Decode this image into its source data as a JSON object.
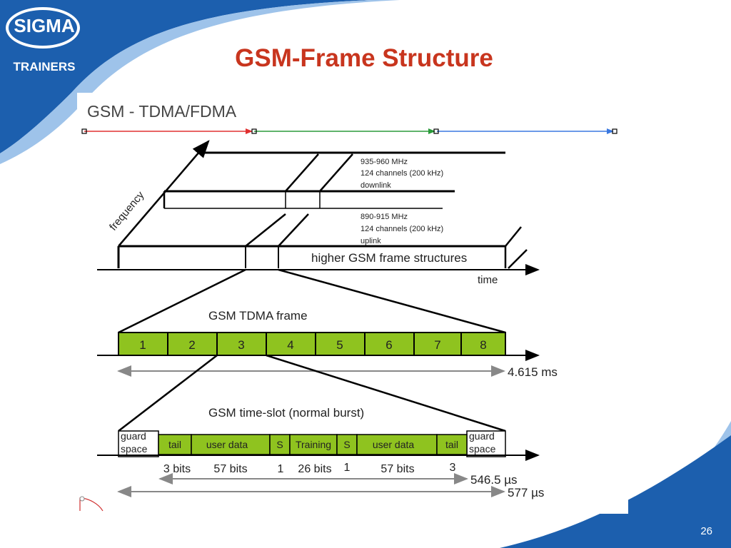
{
  "slide": {
    "title": "GSM-Frame Structure",
    "logo_main": "SIGMA",
    "logo_sub": "TRAINERS",
    "page_number": "26"
  },
  "diagram": {
    "heading": "GSM - TDMA/FDMA",
    "frequency_label": "frequency",
    "time_label": "time",
    "downlink": [
      "935-960 MHz",
      "124 channels (200 kHz)",
      "downlink"
    ],
    "uplink": [
      "890-915 MHz",
      "124 channels (200 kHz)",
      "uplink"
    ],
    "higher_frames": "higher GSM frame structures",
    "tdma_frame_label": "GSM TDMA frame",
    "tdma_slots": [
      "1",
      "2",
      "3",
      "4",
      "5",
      "6",
      "7",
      "8"
    ],
    "frame_duration": "4.615 ms",
    "timeslot_label": "GSM time-slot (normal burst)",
    "guard_left": [
      "guard",
      "space"
    ],
    "guard_right": [
      "guard",
      "space"
    ],
    "burst_fields": [
      "tail",
      "user data",
      "S",
      "Training",
      "S",
      "user data",
      "tail"
    ],
    "bit_counts": [
      "3 bits",
      "57 bits",
      "1",
      "26 bits",
      "1",
      "57 bits",
      "3"
    ],
    "burst_duration": "546.5 µs",
    "slot_duration": "577 µs",
    "colors": {
      "slot_fill": "#8fc31f",
      "blue_band": "#1c5fae",
      "title_red": "#c8351e",
      "arrow_red": "#e03030",
      "arrow_green": "#2a9a3a",
      "arrow_blue": "#3a78e0"
    }
  }
}
